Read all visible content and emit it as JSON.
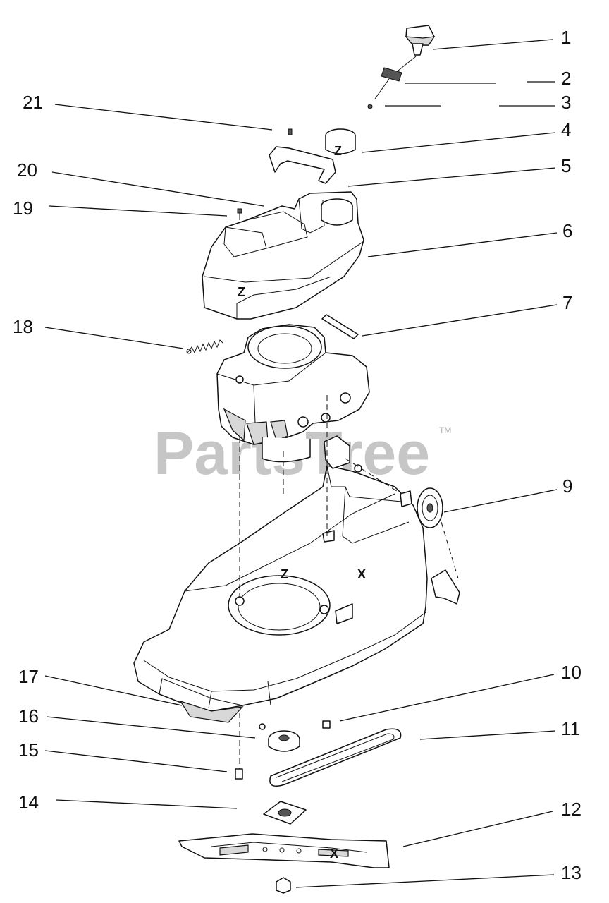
{
  "watermark": {
    "text": "PartsTree",
    "tm": "TM"
  },
  "callouts": [
    "1",
    "2",
    "3",
    "4",
    "5",
    "6",
    "7",
    "9",
    "10",
    "11",
    "12",
    "13",
    "14",
    "15",
    "16",
    "17",
    "18",
    "19",
    "20",
    "21"
  ],
  "assembly_marks": {
    "z": "Z",
    "x": "X"
  }
}
